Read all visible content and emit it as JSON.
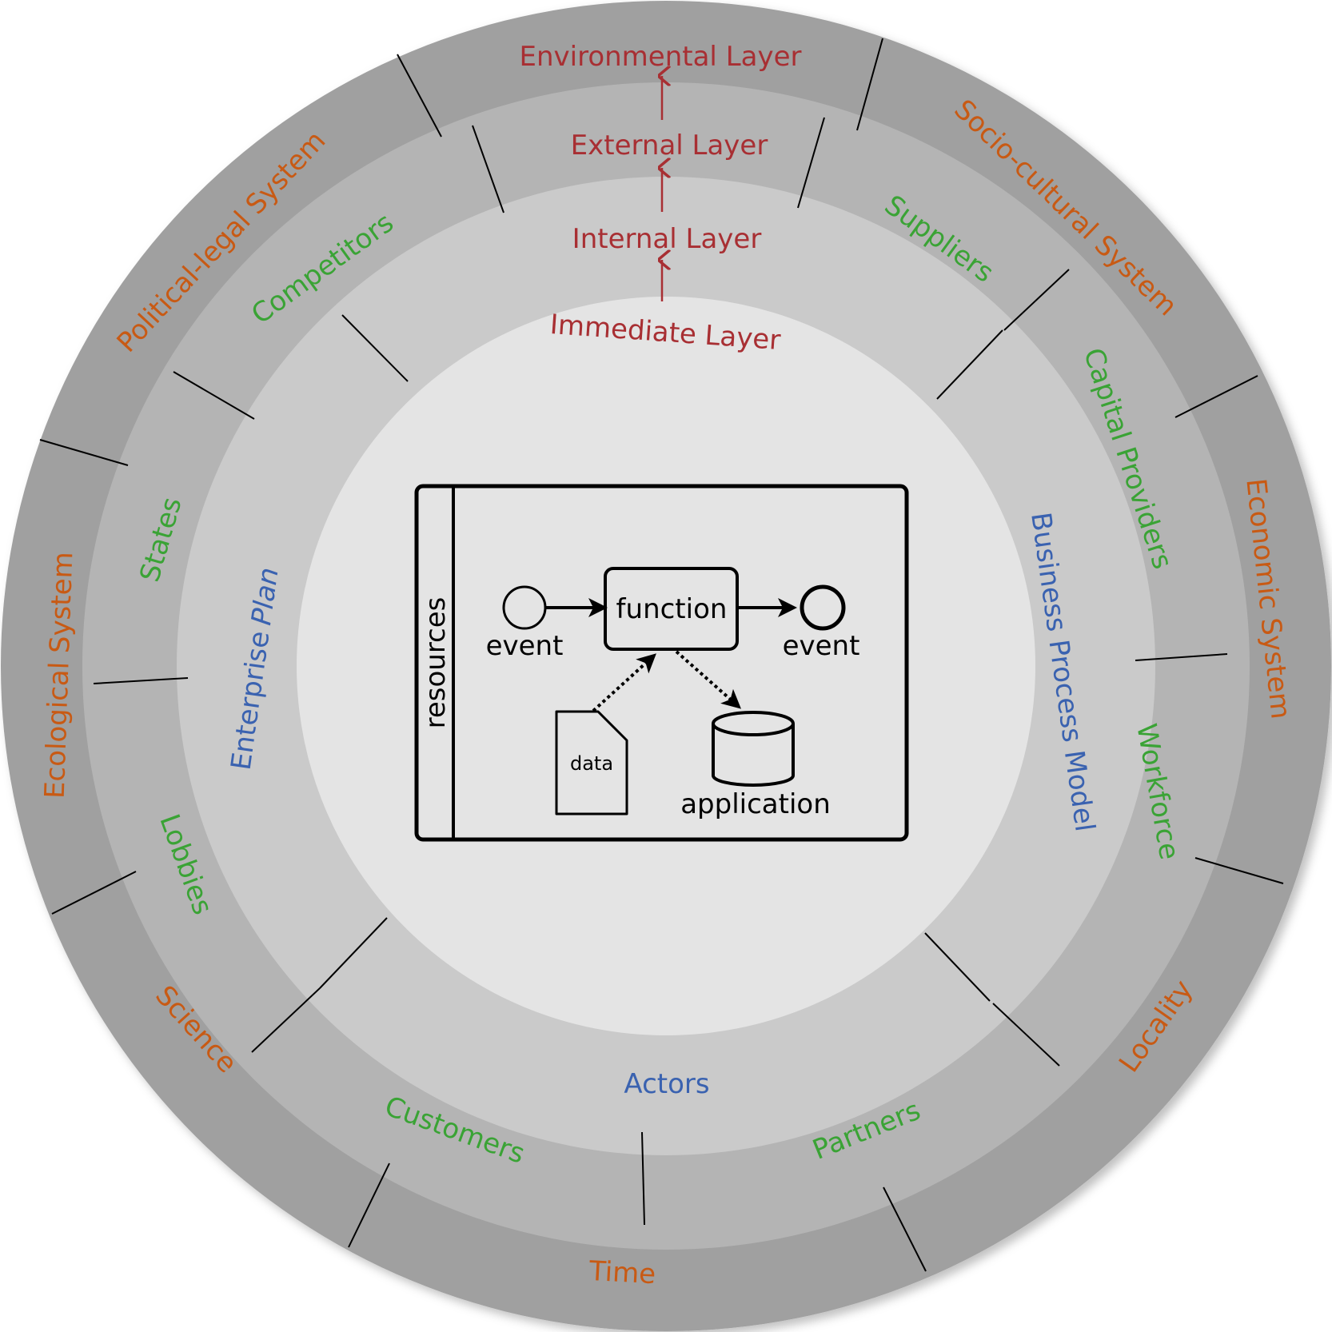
{
  "colors": {
    "environmental": "#c85a14",
    "external": "#3aa335",
    "internal": "#3a62b0",
    "layer_title": "#a82f33",
    "ring_outer": "#a2a2a2",
    "ring_external": "#b4b4b4",
    "ring_internal": "#cacaca",
    "core": "#e4e4e4"
  },
  "layers": {
    "environmental": "Environmental Layer",
    "external": "External Layer",
    "internal": "Internal Layer",
    "immediate": "Immediate Layer"
  },
  "environmental_segments": [
    "Socio-cultural System",
    "Economic System",
    "Locality",
    "Time",
    "Science",
    "Ecological System",
    "Political-legal System"
  ],
  "external_segments": [
    "Suppliers",
    "Capital Providers",
    "Workforce",
    "Partners",
    "Customers",
    "Lobbies",
    "States",
    "Competitors"
  ],
  "internal_segments": {
    "bpm": "Business Process Model",
    "actors": "Actors",
    "enterprise": "Enterprise",
    "plan": "Plan"
  },
  "process_model": {
    "pool_label": "resources",
    "function_label": "function",
    "start_event_label": "event",
    "end_event_label": "event",
    "data_label": "data",
    "application_label": "application"
  }
}
